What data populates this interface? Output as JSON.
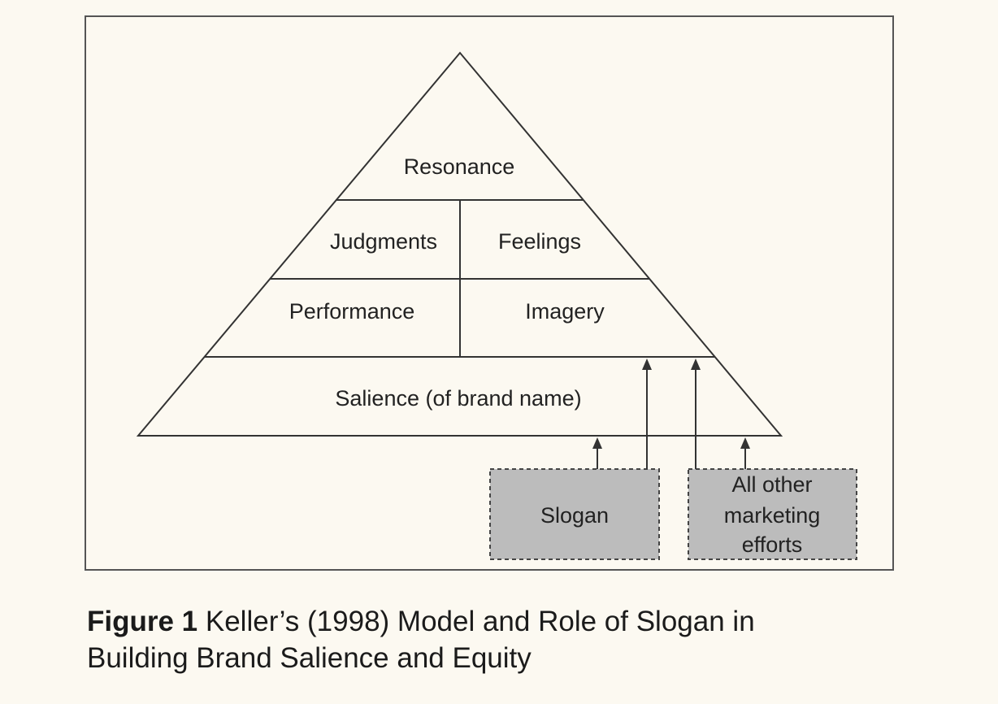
{
  "diagram": {
    "levels": {
      "resonance": "Resonance",
      "judgments": "Judgments",
      "feelings": "Feelings",
      "performance": "Performance",
      "imagery": "Imagery",
      "salience": "Salience (of brand name)"
    },
    "sources": {
      "slogan": [
        "Slogan"
      ],
      "other": [
        "All other",
        "marketing",
        "efforts"
      ]
    }
  },
  "caption": {
    "label": "Figure 1",
    "text": "Keller’s (1998) Model and Role of Slogan in",
    "text2": "Building Brand Salience and Equity"
  },
  "colors": {
    "background": "#fcf9f1",
    "stroke": "#333333",
    "source_box_fill": "#bcbcbc"
  }
}
